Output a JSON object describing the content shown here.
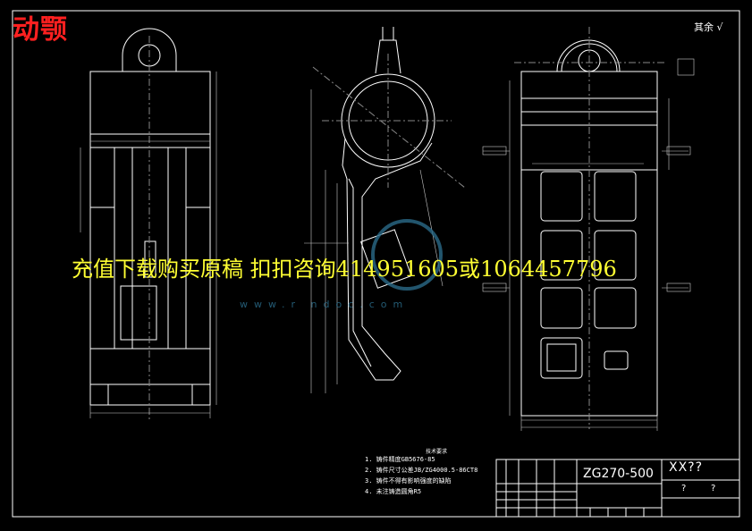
{
  "sheet": {
    "title": "动颚",
    "watermark": "充值下载购买原稿  扣扣咨询414951605或1064457796",
    "url": "www.r    ndoc.com",
    "roughness": "其余 √"
  },
  "notes": {
    "title": "技术要求",
    "items": [
      "1. 铸件精度GB5676-85",
      "2. 铸件尺寸公差JB/ZG4000.5-86CT8",
      "3. 铸件不得有影响强度的缺陷",
      "4. 未注铸造圆角R5"
    ]
  },
  "title_block": {
    "code": "ZG270-500",
    "name": "XX??",
    "material": "?",
    "company": "?"
  }
}
